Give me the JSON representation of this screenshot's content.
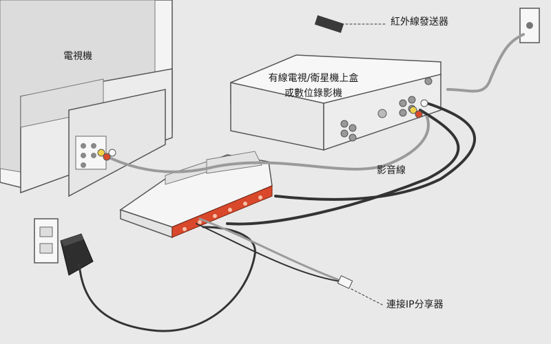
{
  "labels": {
    "tv": "電視機",
    "set_top_box_line1": "有線電視/衛星機上盒",
    "set_top_box_line2": "或數位錄影機",
    "ir_transmitter": "紅外線發送器",
    "av_cable": "影音線",
    "ip_sharer": "連接IP分享器"
  },
  "colors": {
    "background": "#e9e9e9",
    "device_body": "#f2f2f2",
    "device_outline": "#555555",
    "hub_front": "#d9482b",
    "cable": "#333333",
    "cable_light": "#9a9a9a",
    "rca_yellow": "#f2d24a",
    "rca_red": "#d94a2b",
    "rca_white": "#f7f7f7"
  }
}
